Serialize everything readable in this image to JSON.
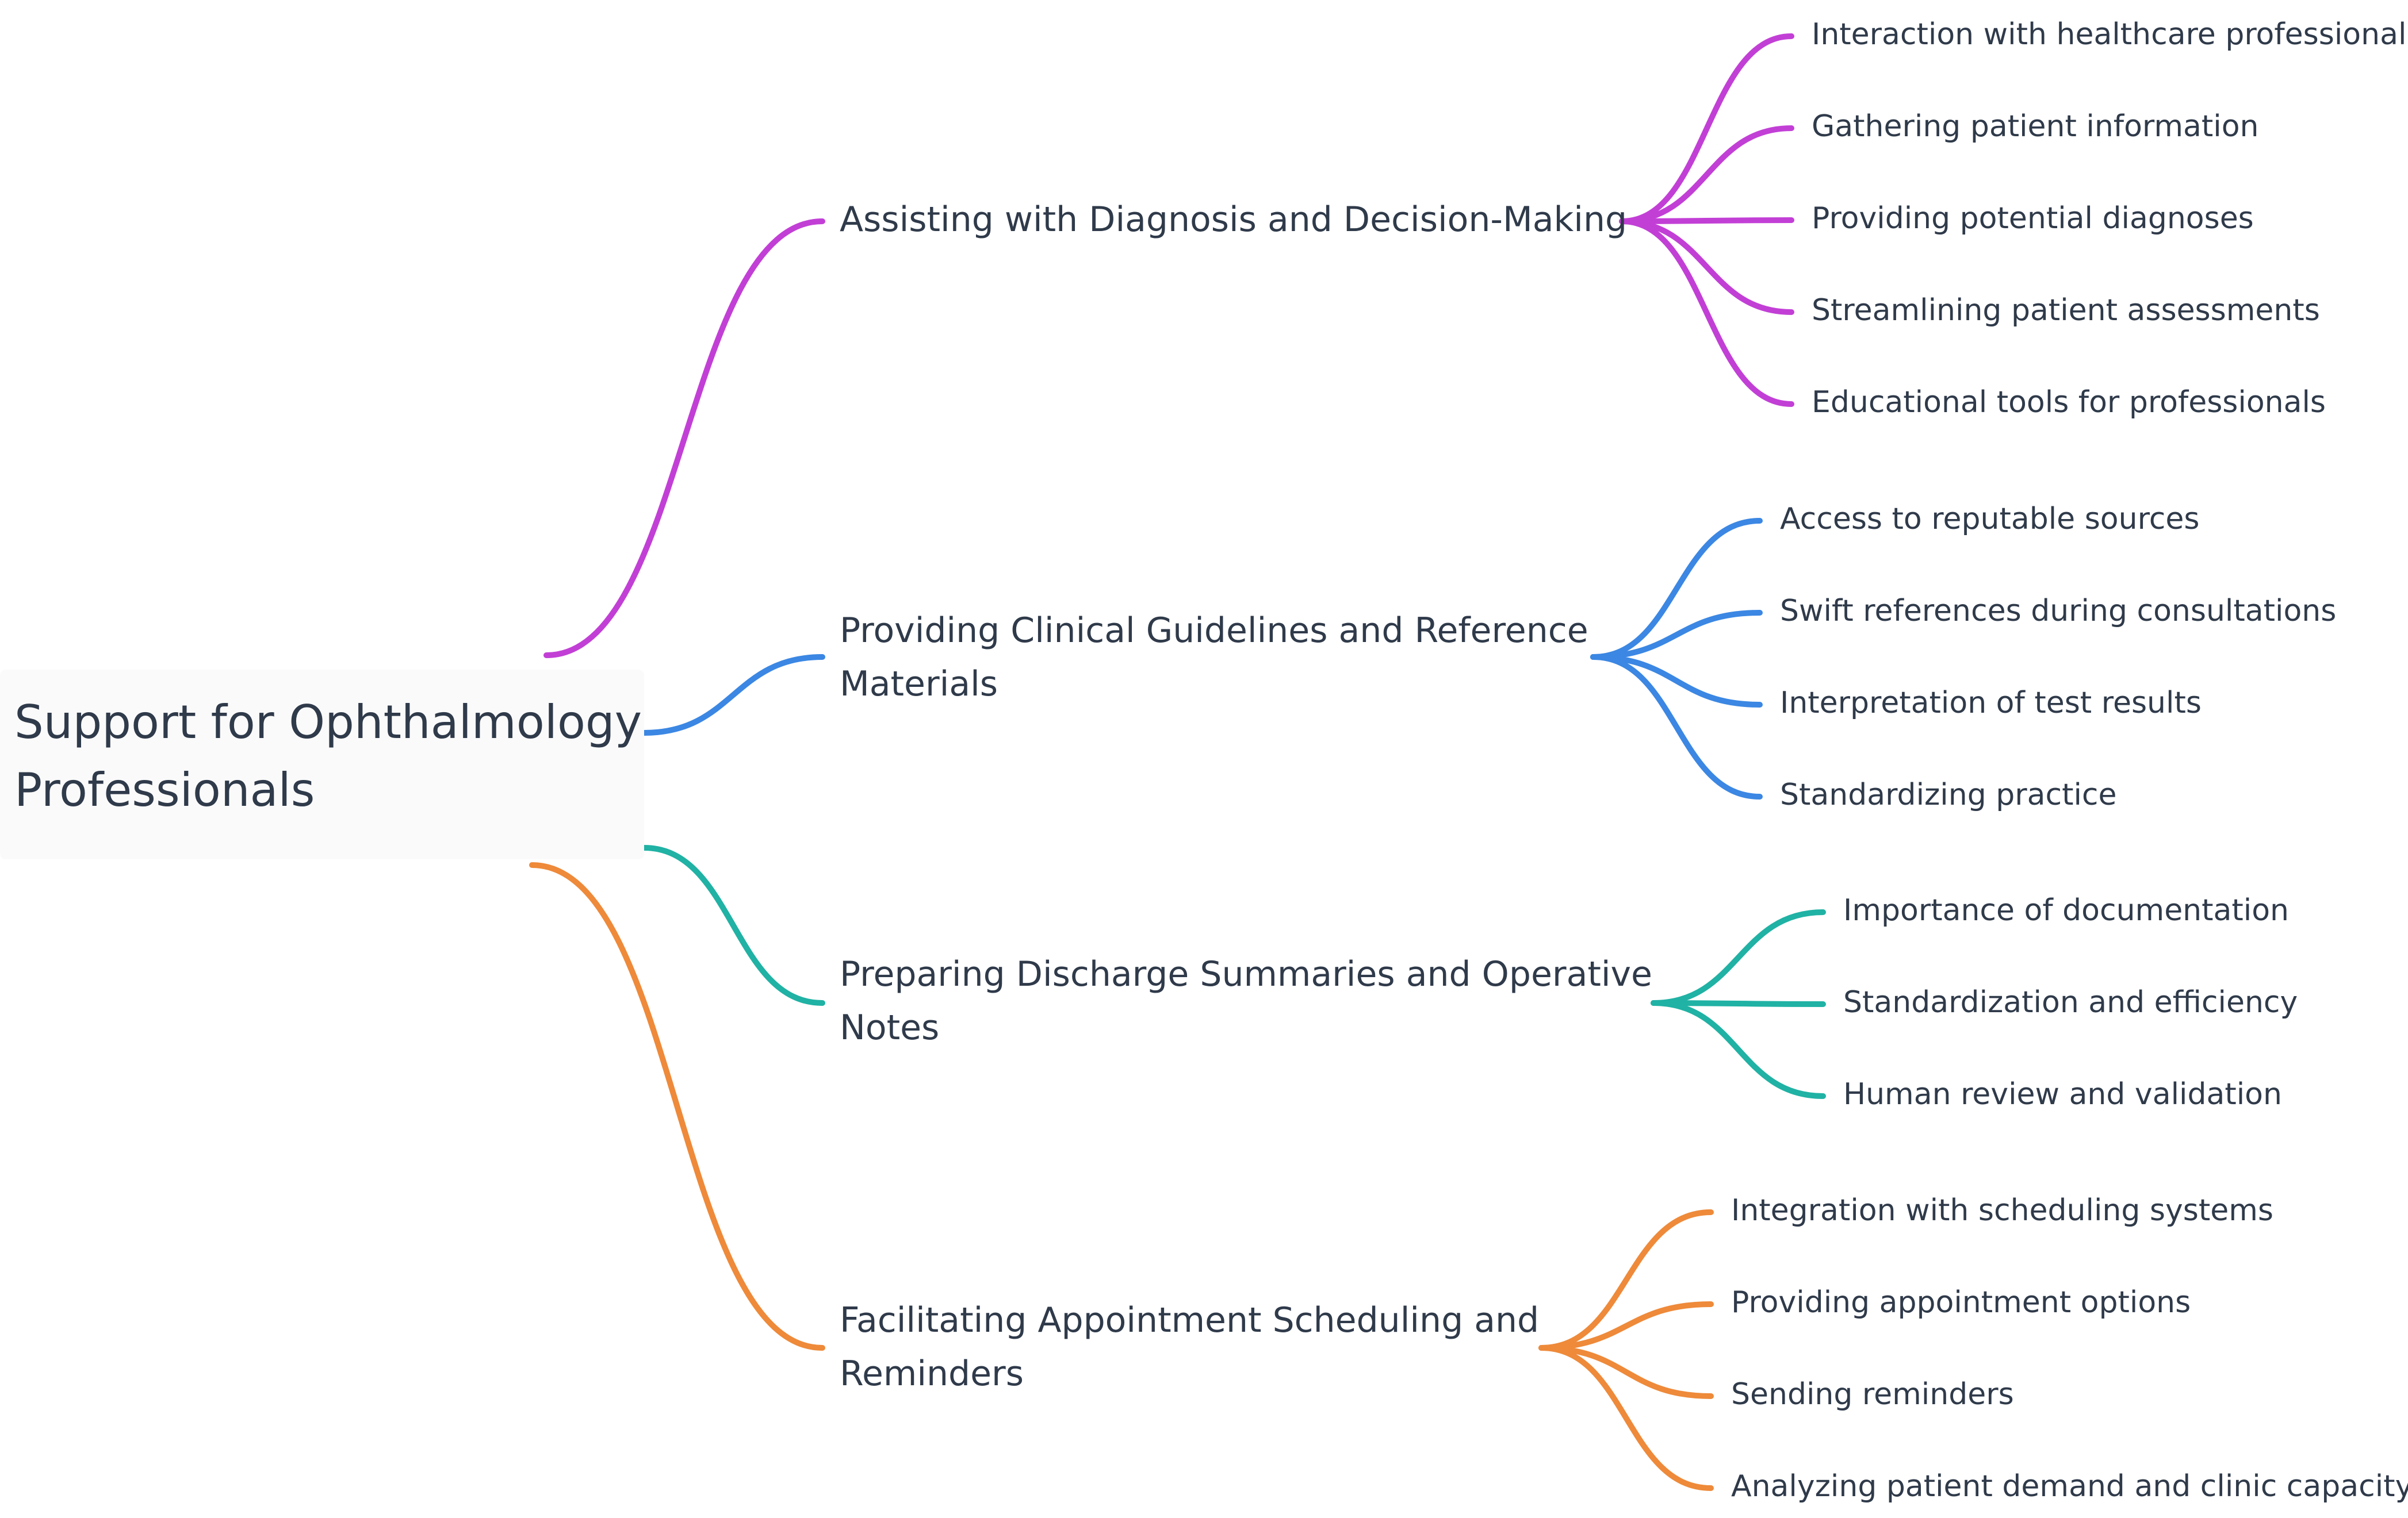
{
  "colors": {
    "background": "#ffffff",
    "text": "#2f3a4a",
    "root_box": "#fafafa"
  },
  "root": {
    "label_lines": [
      "Support for Ophthalmology",
      "Professionals"
    ]
  },
  "branches": [
    {
      "label_lines": [
        "Assisting with Diagnosis and Decision-Making"
      ],
      "color": "#c23fd6",
      "children": [
        "Interaction with healthcare professionals",
        "Gathering patient information",
        "Providing potential diagnoses",
        "Streamlining patient assessments",
        "Educational tools for professionals"
      ]
    },
    {
      "label_lines": [
        "Providing Clinical Guidelines and Reference",
        "Materials"
      ],
      "color": "#3b87e3",
      "children": [
        "Access to reputable sources",
        "Swift references during consultations",
        "Interpretation of test results",
        "Standardizing practice"
      ]
    },
    {
      "label_lines": [
        "Preparing Discharge Summaries and Operative",
        "Notes"
      ],
      "color": "#20b2a4",
      "children": [
        "Importance of documentation",
        "Standardization and efficiency",
        "Human review and validation"
      ]
    },
    {
      "label_lines": [
        "Facilitating Appointment Scheduling and",
        "Reminders"
      ],
      "color": "#ee8a3a",
      "children": [
        "Integration with scheduling systems",
        "Providing appointment options",
        "Sending reminders",
        "Analyzing patient demand and clinic capacity"
      ]
    }
  ]
}
